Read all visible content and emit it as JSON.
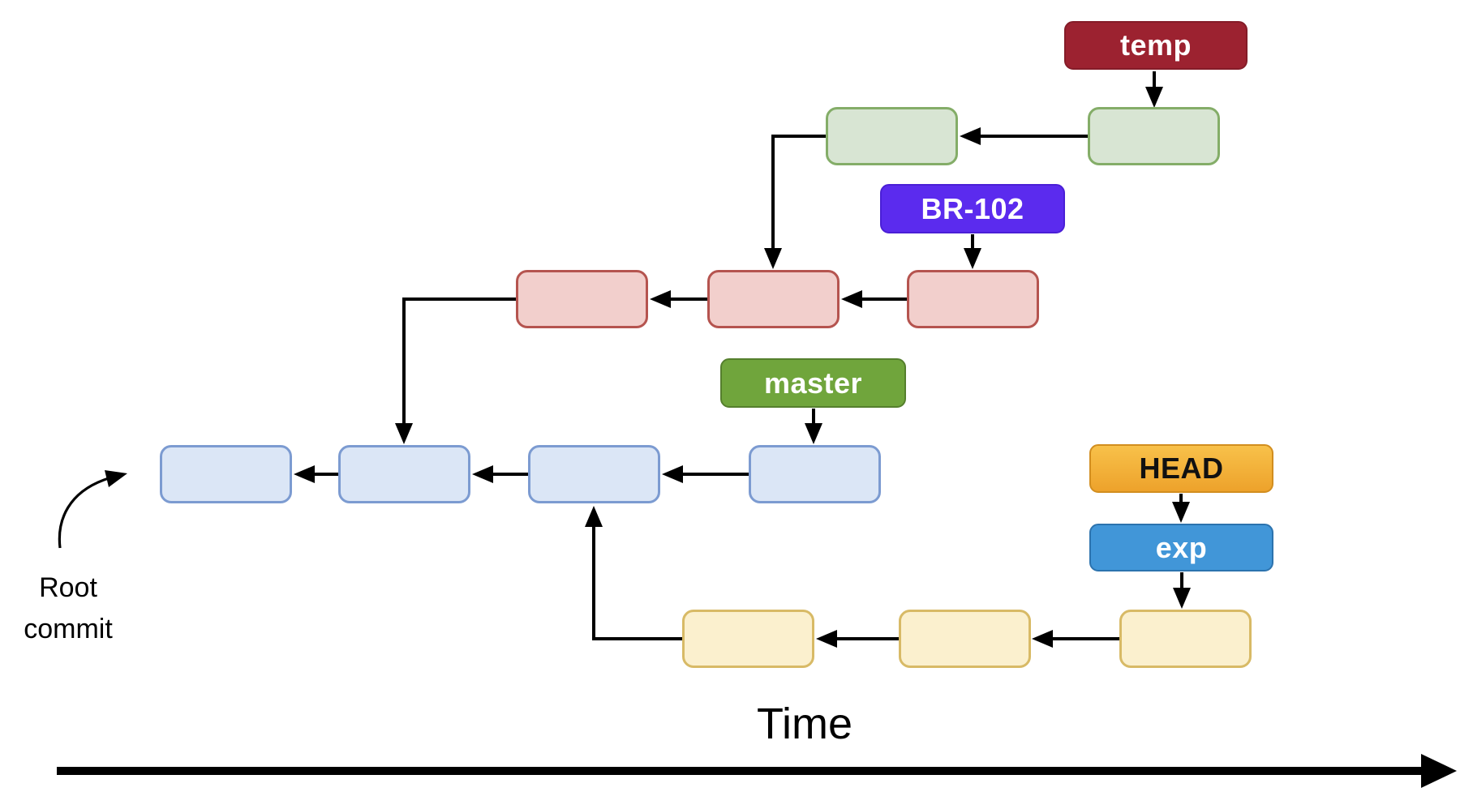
{
  "diagram": {
    "title": "Git commit graph over time",
    "branch_labels": [
      {
        "id": "temp",
        "text": "temp",
        "bg": "#9C2230",
        "border": "#841C28",
        "text_color": "#FFFFFF"
      },
      {
        "id": "br102",
        "text": "BR-102",
        "bg": "#5B2BEE",
        "border": "#4A1FD6",
        "text_color": "#FFFFFF"
      },
      {
        "id": "master",
        "text": "master",
        "bg": "#70A53C",
        "border": "#557F2D",
        "text_color": "#FFFFFF"
      },
      {
        "id": "head",
        "text": "HEAD",
        "bg_top": "#F8C14A",
        "bg_bottom": "#EDA22B",
        "border": "#D28E1F",
        "text_color": "#111111"
      },
      {
        "id": "exp",
        "text": "exp",
        "bg": "#4196D8",
        "border": "#2C73AE",
        "text_color": "#FFFFFF"
      }
    ],
    "commit_branches": [
      {
        "name": "temp-branch-commits",
        "count": 2,
        "fill": "#D8E5D3",
        "border": "#84AD68"
      },
      {
        "name": "br102-branch-commits",
        "count": 3,
        "fill": "#F2CFCC",
        "border": "#B5544F"
      },
      {
        "name": "master-branch-commits",
        "count": 4,
        "fill": "#DBE6F6",
        "border": "#7C9BD1"
      },
      {
        "name": "exp-branch-commits",
        "count": 3,
        "fill": "#FBF0CE",
        "border": "#D8BA66"
      }
    ],
    "annotations": {
      "root_commit": {
        "line1": "Root",
        "line2": "commit"
      },
      "time_axis_label": "Time"
    },
    "arrow_color": "#000000",
    "text_color": "#000000",
    "background": "#FFFFFF"
  }
}
